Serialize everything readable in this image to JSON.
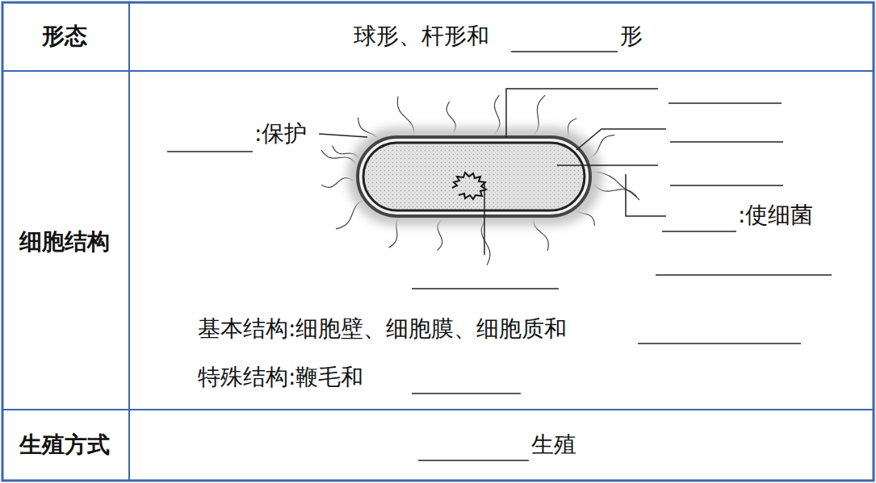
{
  "diagram": {
    "labels": [
      "形态",
      "球形、杆形和",
      "形",
      "细胞结构",
      ":保护",
      ":使细菌",
      "基本结构:细胞壁、细胞膜、细胞质和",
      "特殊结构:鞭毛和",
      "生殖方式",
      "生殖"
    ]
  }
}
